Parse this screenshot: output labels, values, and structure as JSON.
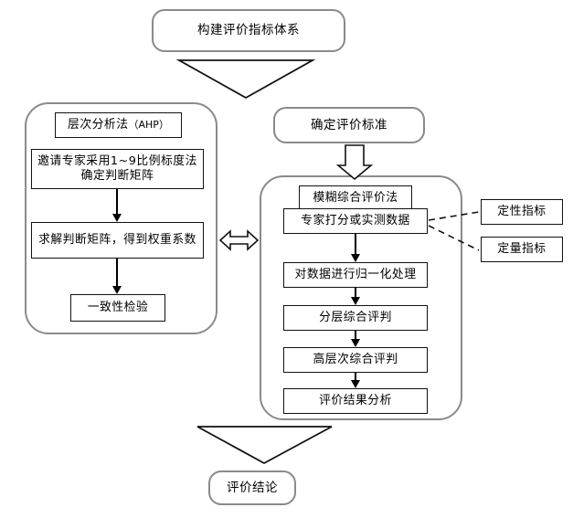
{
  "diagram": {
    "title_node": {
      "label": "构建评价指标体系"
    },
    "criteria_node": {
      "label": "确定评价标准"
    },
    "conclusion_node": {
      "label": "评价结论"
    },
    "ahp_panel": {
      "title": "层次分析法（AHP）",
      "title_cn": "层次分析法",
      "title_paren": "（AHP）",
      "steps": [
        {
          "label": "邀请专家采用1~9比例标度法确定判断矩阵"
        },
        {
          "label": "求解判断矩阵，得到权重系数"
        },
        {
          "label": "一致性检验"
        }
      ]
    },
    "fuzzy_panel": {
      "title": "模糊综合评价法",
      "steps": [
        {
          "label": "专家打分或实测数据"
        },
        {
          "label": "对数据进行归一化处理"
        },
        {
          "label": "分层综合评判"
        },
        {
          "label": "高层次综合评判"
        },
        {
          "label": "评价结果分析"
        }
      ]
    },
    "indicator_nodes": [
      {
        "label": "定性指标"
      },
      {
        "label": "定量指标"
      }
    ],
    "connectors": {
      "bidirectional_arrow": "双向箭头",
      "top_funnel_arrow": "向下大箭头",
      "criteria_block_arrow": "向下块状箭头",
      "bottom_funnel_arrow": "向下大箭头"
    },
    "colors": {
      "stroke_dark": "#111111",
      "stroke_gray": "#8a8a8a",
      "background": "#ffffff"
    }
  }
}
